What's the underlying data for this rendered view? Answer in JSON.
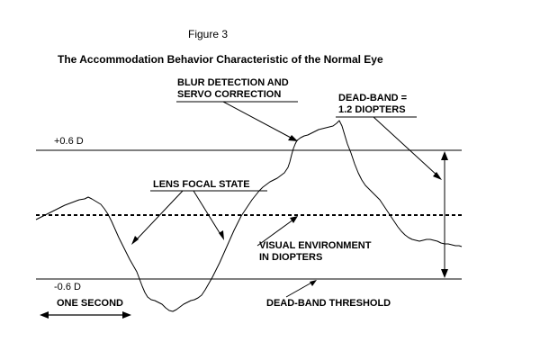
{
  "figure": {
    "number_label": "Figure 3",
    "title": "The Accommodation Behavior Characteristic of the Normal Eye"
  },
  "annotations": {
    "blur_detection_line1": "BLUR DETECTION AND",
    "blur_detection_line2": "SERVO CORRECTION",
    "dead_band_line1": "DEAD-BAND =",
    "dead_band_line2": "1.2 DIOPTERS",
    "lens_focal_state": "LENS FOCAL STATE",
    "visual_env_line1": "VISUAL ENVIRONMENT",
    "visual_env_line2": "IN DIOPTERS",
    "one_second": "ONE SECOND",
    "dead_band_threshold": "DEAD-BAND THRESHOLD"
  },
  "levels": {
    "upper_label": "+0.6 D",
    "lower_label": "-0.6 D",
    "upper_value": 0.6,
    "lower_value": -0.6
  }
}
